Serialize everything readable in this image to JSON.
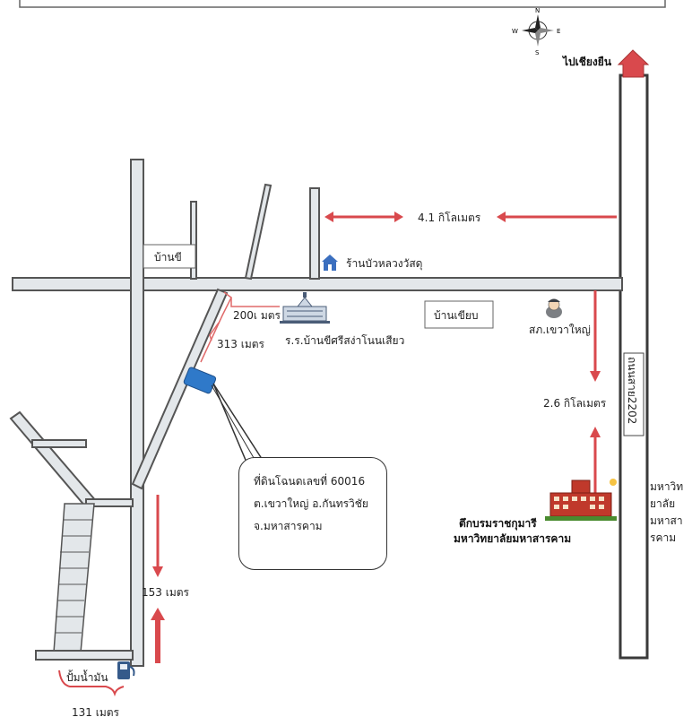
{
  "compass": {
    "n": "N",
    "s": "S",
    "e": "E",
    "w": "W"
  },
  "destination_label": "ไปเชียงยืน",
  "village_labels": {
    "ban_khi": "บ้านขี",
    "ban_khiap": "บ้านเขียบ"
  },
  "landmarks": {
    "shop": "ร้านบัวหลวงวัสดุ",
    "school": "ร.ร.บ้านขีศรีสง่าโนนเสียว",
    "police": "สภ.เขวาใหญ่",
    "building_line1": "ตึกบรมราชกุมารี",
    "building_line2": "มหาวิทยาลัยมหาสารคาม",
    "gas_station": "ปั้มน้ำมัน"
  },
  "distances": {
    "d_4_1": "4.1 กิโลเมตร",
    "d_2_6": "2.6 กิโลเมตร",
    "d_200": "200เ มตร",
    "d_313": "313 เมตร",
    "d_153": "153 เมตร",
    "d_131": "131 เมตร"
  },
  "road_name": "ถนนสาย2202",
  "university_side": [
    "มหาวิท",
    "ยาลัย",
    "มหาสา",
    "รคาม"
  ],
  "callout": {
    "line1": "ที่ดินโฉนดเลขที่ 60016",
    "line2": "ต.เขวาใหญ่ อ.กันทรวิชัย",
    "line3": "จ.มหาสารคาม"
  },
  "colors": {
    "arrow": "#d9494d",
    "road_fill": "#e3e7ea",
    "plot": "#2f79c9",
    "marker_route": "#e06a6a"
  },
  "icons": [
    "compass-rose-icon",
    "house-icon",
    "school-building-icon",
    "police-officer-icon",
    "university-building-icon",
    "gas-pump-icon"
  ]
}
